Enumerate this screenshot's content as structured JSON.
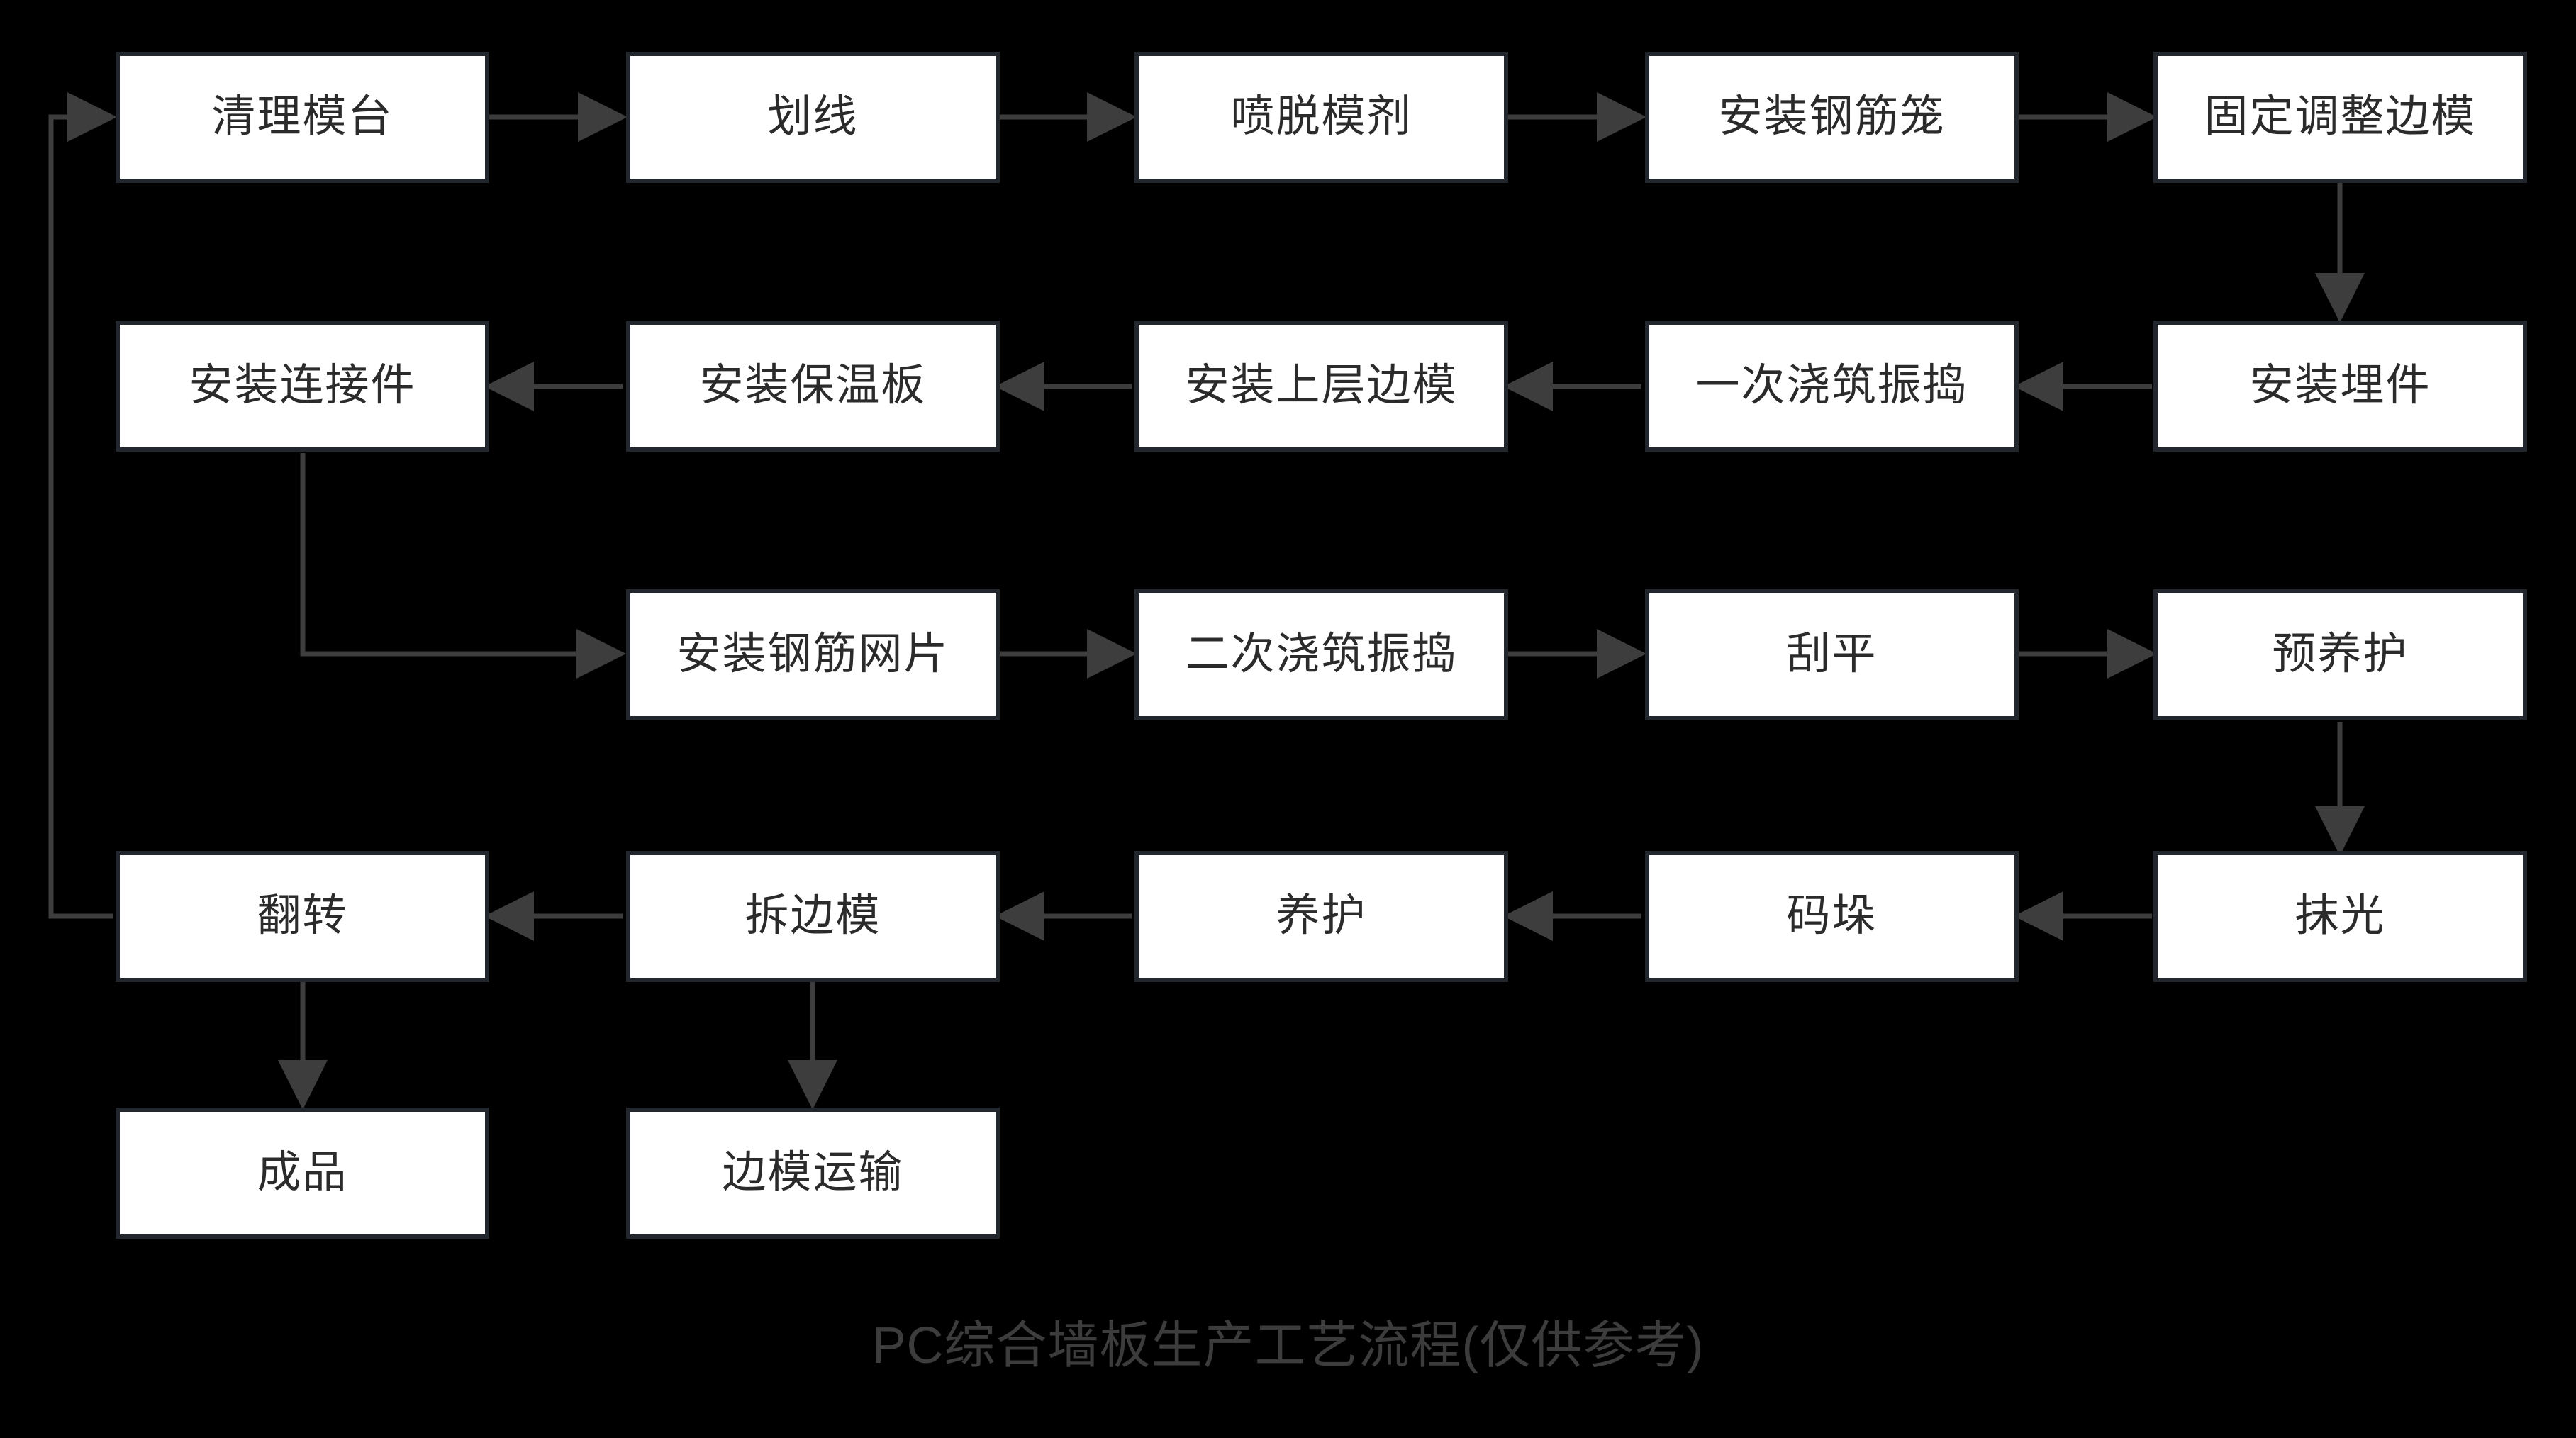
{
  "diagram": {
    "title": "PC综合墙板生产工艺流程(仅供参考)",
    "background_color": "#000000",
    "node_fill_color": "#ffffff",
    "node_border_color": "#22272e",
    "node_text_color": "#2b2b2b",
    "edge_color": "#3d3d3d",
    "caption_color": "#3c3c3c",
    "nodes": [
      {
        "id": "n1",
        "label": "清理模台",
        "row": 1,
        "col": 1
      },
      {
        "id": "n2",
        "label": "划线",
        "row": 1,
        "col": 2
      },
      {
        "id": "n3",
        "label": "喷脱模剂",
        "row": 1,
        "col": 3
      },
      {
        "id": "n4",
        "label": "安装钢筋笼",
        "row": 1,
        "col": 4
      },
      {
        "id": "n5",
        "label": "固定调整边模",
        "row": 1,
        "col": 5
      },
      {
        "id": "n6",
        "label": "安装埋件",
        "row": 2,
        "col": 5
      },
      {
        "id": "n7",
        "label": "一次浇筑振捣",
        "row": 2,
        "col": 4
      },
      {
        "id": "n8",
        "label": "安装上层边模",
        "row": 2,
        "col": 3
      },
      {
        "id": "n9",
        "label": "安装保温板",
        "row": 2,
        "col": 2
      },
      {
        "id": "n10",
        "label": "安装连接件",
        "row": 2,
        "col": 1
      },
      {
        "id": "n11",
        "label": "安装钢筋网片",
        "row": 3,
        "col": 2
      },
      {
        "id": "n12",
        "label": "二次浇筑振捣",
        "row": 3,
        "col": 3
      },
      {
        "id": "n13",
        "label": "刮平",
        "row": 3,
        "col": 4
      },
      {
        "id": "n14",
        "label": "预养护",
        "row": 3,
        "col": 5
      },
      {
        "id": "n15",
        "label": "抹光",
        "row": 4,
        "col": 5
      },
      {
        "id": "n16",
        "label": "码垛",
        "row": 4,
        "col": 4
      },
      {
        "id": "n17",
        "label": "养护",
        "row": 4,
        "col": 3
      },
      {
        "id": "n18",
        "label": "拆边模",
        "row": 4,
        "col": 2
      },
      {
        "id": "n19",
        "label": "翻转",
        "row": 4,
        "col": 1
      },
      {
        "id": "n20",
        "label": "成品",
        "row": 5,
        "col": 1
      },
      {
        "id": "n21",
        "label": "边模运输",
        "row": 5,
        "col": 2
      }
    ],
    "edges": [
      {
        "from": "n1",
        "to": "n2",
        "kind": "right"
      },
      {
        "from": "n2",
        "to": "n3",
        "kind": "right"
      },
      {
        "from": "n3",
        "to": "n4",
        "kind": "right"
      },
      {
        "from": "n4",
        "to": "n5",
        "kind": "right"
      },
      {
        "from": "n5",
        "to": "n6",
        "kind": "down"
      },
      {
        "from": "n6",
        "to": "n7",
        "kind": "left"
      },
      {
        "from": "n7",
        "to": "n8",
        "kind": "left"
      },
      {
        "from": "n8",
        "to": "n9",
        "kind": "left"
      },
      {
        "from": "n9",
        "to": "n10",
        "kind": "left"
      },
      {
        "from": "n10",
        "to": "n11",
        "kind": "down-right-elbow"
      },
      {
        "from": "n11",
        "to": "n12",
        "kind": "right"
      },
      {
        "from": "n12",
        "to": "n13",
        "kind": "right"
      },
      {
        "from": "n13",
        "to": "n14",
        "kind": "right"
      },
      {
        "from": "n14",
        "to": "n15",
        "kind": "down"
      },
      {
        "from": "n15",
        "to": "n16",
        "kind": "left"
      },
      {
        "from": "n16",
        "to": "n17",
        "kind": "left"
      },
      {
        "from": "n17",
        "to": "n18",
        "kind": "left"
      },
      {
        "from": "n18",
        "to": "n19",
        "kind": "left"
      },
      {
        "from": "n19",
        "to": "n20",
        "kind": "down"
      },
      {
        "from": "n18",
        "to": "n21",
        "kind": "down"
      },
      {
        "from": "n19",
        "to": "n1",
        "kind": "left-up-right-loop"
      }
    ]
  }
}
